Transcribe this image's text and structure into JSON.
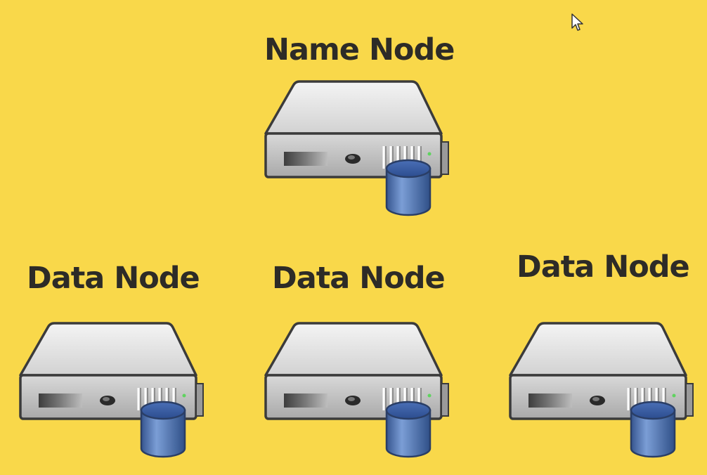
{
  "diagram": {
    "name_node": {
      "label": "Name Node",
      "icon": "server-database-icon"
    },
    "data_nodes": [
      {
        "label": "Data Node",
        "icon": "server-database-icon"
      },
      {
        "label": "Data Node",
        "icon": "server-database-icon"
      },
      {
        "label": "Data Node",
        "icon": "server-database-icon"
      }
    ],
    "background_color": "#f9d84a",
    "text_color": "#2d2b27",
    "cursor_icon": "mouse-pointer-icon"
  }
}
